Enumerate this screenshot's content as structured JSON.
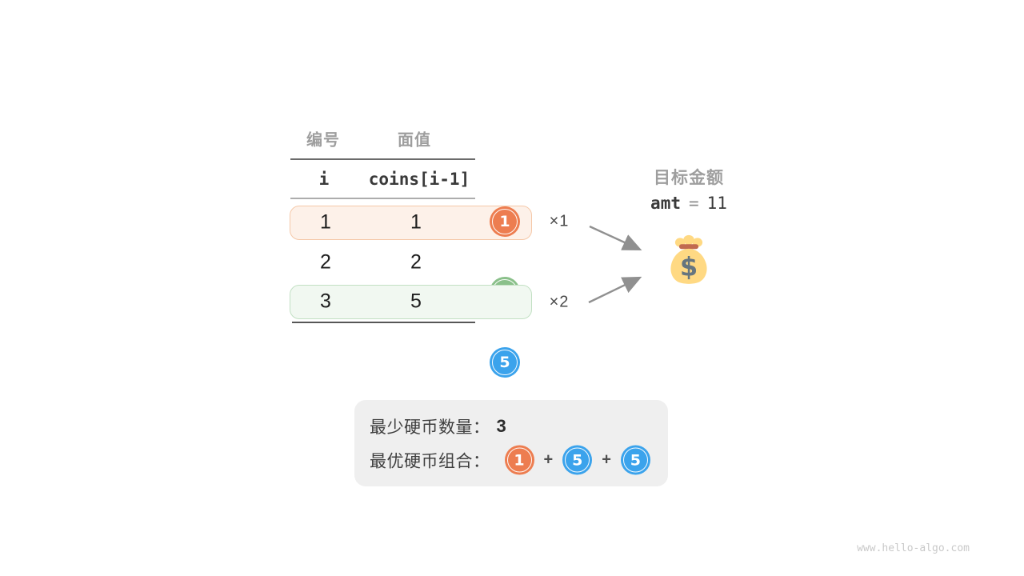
{
  "watermark": "www.hello-algo.com",
  "table": {
    "headers_cn": {
      "col1": "编号",
      "col2": "面值"
    },
    "headers_code": {
      "col1": "i",
      "col2": "coins[i-1]"
    },
    "rows": [
      {
        "index": "1",
        "value": "1",
        "coin_color": "orange",
        "highlight": "orange",
        "multiplier": "×1"
      },
      {
        "index": "2",
        "value": "2",
        "coin_color": "green",
        "highlight": "none",
        "multiplier": ""
      },
      {
        "index": "3",
        "value": "5",
        "coin_color": "blue",
        "highlight": "green",
        "multiplier": "×2"
      }
    ]
  },
  "target": {
    "title": "目标金额",
    "variable": "amt",
    "operator": "=",
    "amount": "11"
  },
  "result": {
    "min_label": "最少硬币数量：",
    "min_value": "3",
    "combo_label": "最优硬币组合：",
    "plus": "+",
    "combo": [
      {
        "value": "1",
        "color": "orange"
      },
      {
        "value": "5",
        "color": "blue"
      },
      {
        "value": "5",
        "color": "blue"
      }
    ]
  },
  "colors": {
    "coin_orange": "#ed7d50",
    "coin_green": "#8ac08a",
    "coin_blue": "#3ba3ec",
    "row_highlight_orange_bg": "#fdf1e9",
    "row_highlight_orange_border": "#f5c8a8",
    "row_highlight_green_bg": "#f1f8f1",
    "row_highlight_green_border": "#c2e0c3",
    "panel_bg": "#efefef",
    "arrow": "#909090",
    "muted_text": "#9e9e9e",
    "moneybag_body": "#ffd983",
    "moneybag_tie": "#c1694f",
    "moneybag_dollar": "#66757f"
  }
}
